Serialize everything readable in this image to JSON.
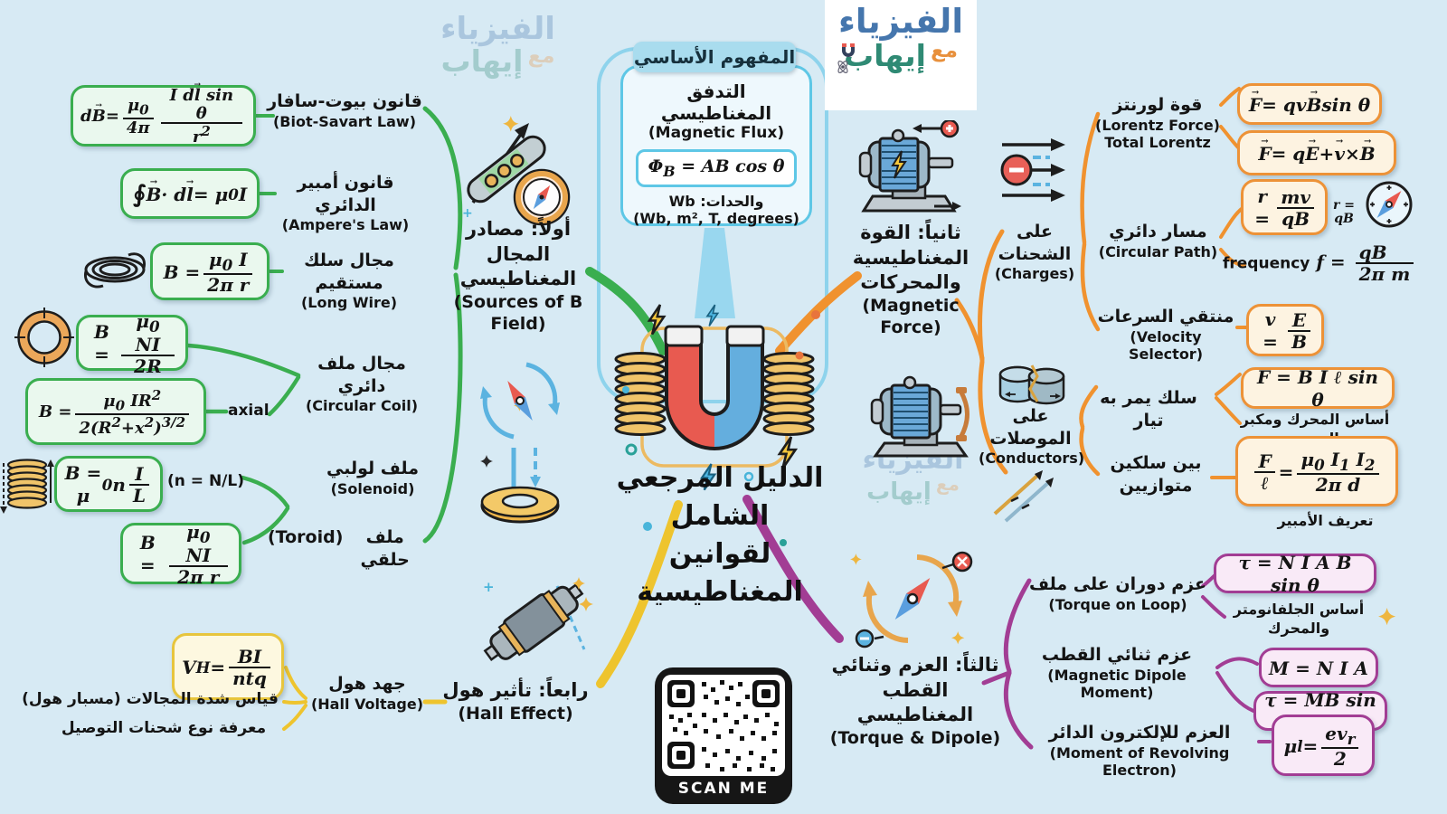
{
  "title": {
    "line1": "الدليل المرجعي الشامل",
    "line2": "لقوانين المغناطيسية"
  },
  "logo": {
    "word1": "الفيزياء",
    "word2": "مع",
    "word3": "إيهاب"
  },
  "concept": {
    "badge": "المفهوم الأساسي",
    "name_ar": "التدفق المغناطيسي",
    "name_en": "(Magnetic Flux)",
    "formula": "Φ<sub>B</sub> = AB cos θ",
    "units_ar": "والحدات: Wb",
    "units_en": "(Wb, m², T, degrees)"
  },
  "qr": {
    "label": "SCAN ME"
  },
  "branch1": {
    "node_ar": "أولاً: مصادر المجال المغناطيسي",
    "node_en": "(Sources of B Field)",
    "biot": {
      "ar": "قانون بيوت-سافار",
      "en": "(Biot-Savart Law)",
      "f": "d<span class='v'>B</span> = <span class='fr'><span>μ<sub>0</sub></span><span>4π</span></span><span class='fr'><span>I d<span class='v'>l</span> sin θ</span><span>r<sup>2</sup></span></span>"
    },
    "ampere": {
      "ar": "قانون أمبير الدائري",
      "en": "(Ampere's Law)",
      "f": "<span class='big'>∮</span> <span class='v'>B</span> · d<span class='v'>l</span> = μ<sub>0</sub>I"
    },
    "wire": {
      "ar": "مجال سلك مستقيم",
      "en": "(Long Wire)",
      "f": "B = <span class='fr'><span>μ<sub>0</sub> I</span><span>2π r</span></span>"
    },
    "coil": {
      "ar": "مجال ملف دائري",
      "en": "(Circular Coil)",
      "note": "axial",
      "f1": "B = <span class='fr'><span>μ<sub>0</sub> NI</span><span>2R</span></span>",
      "f2": "B = <span class='fr'><span>μ<sub>0</sub> IR<sup>2</sup></span><span>2(R<sup>2</sup>+x<sup>2</sup>)<sup>3/2</sup></span></span>"
    },
    "solenoid": {
      "ar": "ملف لولبي",
      "en": "(Solenoid)",
      "note": "(n = N/L)",
      "f": "B = μ<sub>0</sub>n <span class='fr'><span>I</span><span>L</span></span>"
    },
    "toroid": {
      "ar": "ملف حلقي",
      "en": "(Toroid)",
      "f": "B = <span class='fr'><span>μ<sub>0</sub> NI</span><span>2π r</span></span>"
    }
  },
  "branch2": {
    "node_ar": "ثانياً: القوة المغناطيسية والمحركات",
    "node_en": "(Magnetic Force)",
    "charges": {
      "ar": "على الشحنات",
      "en": "(Charges)"
    },
    "conductors": {
      "ar": "على الموصلات",
      "en": "(Conductors)"
    },
    "lorentz": {
      "ar": "قوة لورنتز",
      "en": "(Lorentz Force)",
      "en2": "Total Lorentz",
      "f1": "<span class='v'>F</span> = qv<span class='v'>B</span> sin θ",
      "f2": "<span class='v'>F</span> = q<span class='v'>E</span> + <span class='v'>v</span>×<span class='v'>B</span>"
    },
    "circular": {
      "ar": "مسار دائري",
      "en": "(Circular Path)",
      "f": "r = <span class='fr'><span>mv</span><span>qB</span></span>",
      "freq": "<span class='rm'>frequency</span> f = <span class='fr'><span>qB</span><span>2π m</span></span>",
      "note": "r =<br>qB"
    },
    "velocity": {
      "ar": "منتقي السرعات",
      "en": "(Velocity Selector)",
      "f": "v = <span class='fr'><span>E</span><span>B</span></span>"
    },
    "wire": {
      "ar": "سلك يمر به تيار",
      "f": "F = B I ℓ sin θ",
      "note": "أساس المحرك ومكبر الصوت"
    },
    "parallel": {
      "ar": "بين سلكين متوازيين",
      "f": "<span class='fr'><span>F</span><span>ℓ</span></span> = <span class='fr'><span>μ<sub>0</sub> I<sub>1</sub> I<sub>2</sub></span><span>2π d</span></span>",
      "note": "تعريف الأمبير"
    }
  },
  "branch3": {
    "node_ar": "ثالثاً: العزم وثنائي القطب المغناطيسي",
    "node_en": "(Torque & Dipole)",
    "loop": {
      "ar": "عزم دوران على ملف",
      "en": "(Torque on Loop)",
      "f": "τ = N I A B sin θ",
      "note": "أساس الجلفانومتر والمحرك"
    },
    "dipole": {
      "ar": "عزم ثنائي القطب",
      "en": "(Magnetic Dipole Moment)",
      "f1": "M = N I A",
      "f2": "τ = MB sin θ"
    },
    "electron": {
      "ar": "العزم للإلكترون الدائر",
      "en": "(Moment of Revolving Electron)",
      "f": "μ<sub>l</sub> = <span class='fr'><span>ev<sub>r</sub></span><span>2</span></span>"
    }
  },
  "branch4": {
    "node_ar": "رابعاً: تأثير هول",
    "node_en": "(Hall Effect)",
    "hall": {
      "ar": "جهد هول",
      "en": "(Hall Voltage)",
      "f": "V<sub>H</sub> = <span class='fr'><span>BI</span><span>ntq</span></span>",
      "note1": "قياس شدة المجالات (مسبار هول)",
      "note2": "معرفة نوع شحنات التوصيل"
    }
  },
  "colors": {
    "green": "#3aae4f",
    "orange": "#ed9237",
    "purple": "#a23d94",
    "yellow": "#eec42e",
    "blue": "#5ec7e6"
  }
}
